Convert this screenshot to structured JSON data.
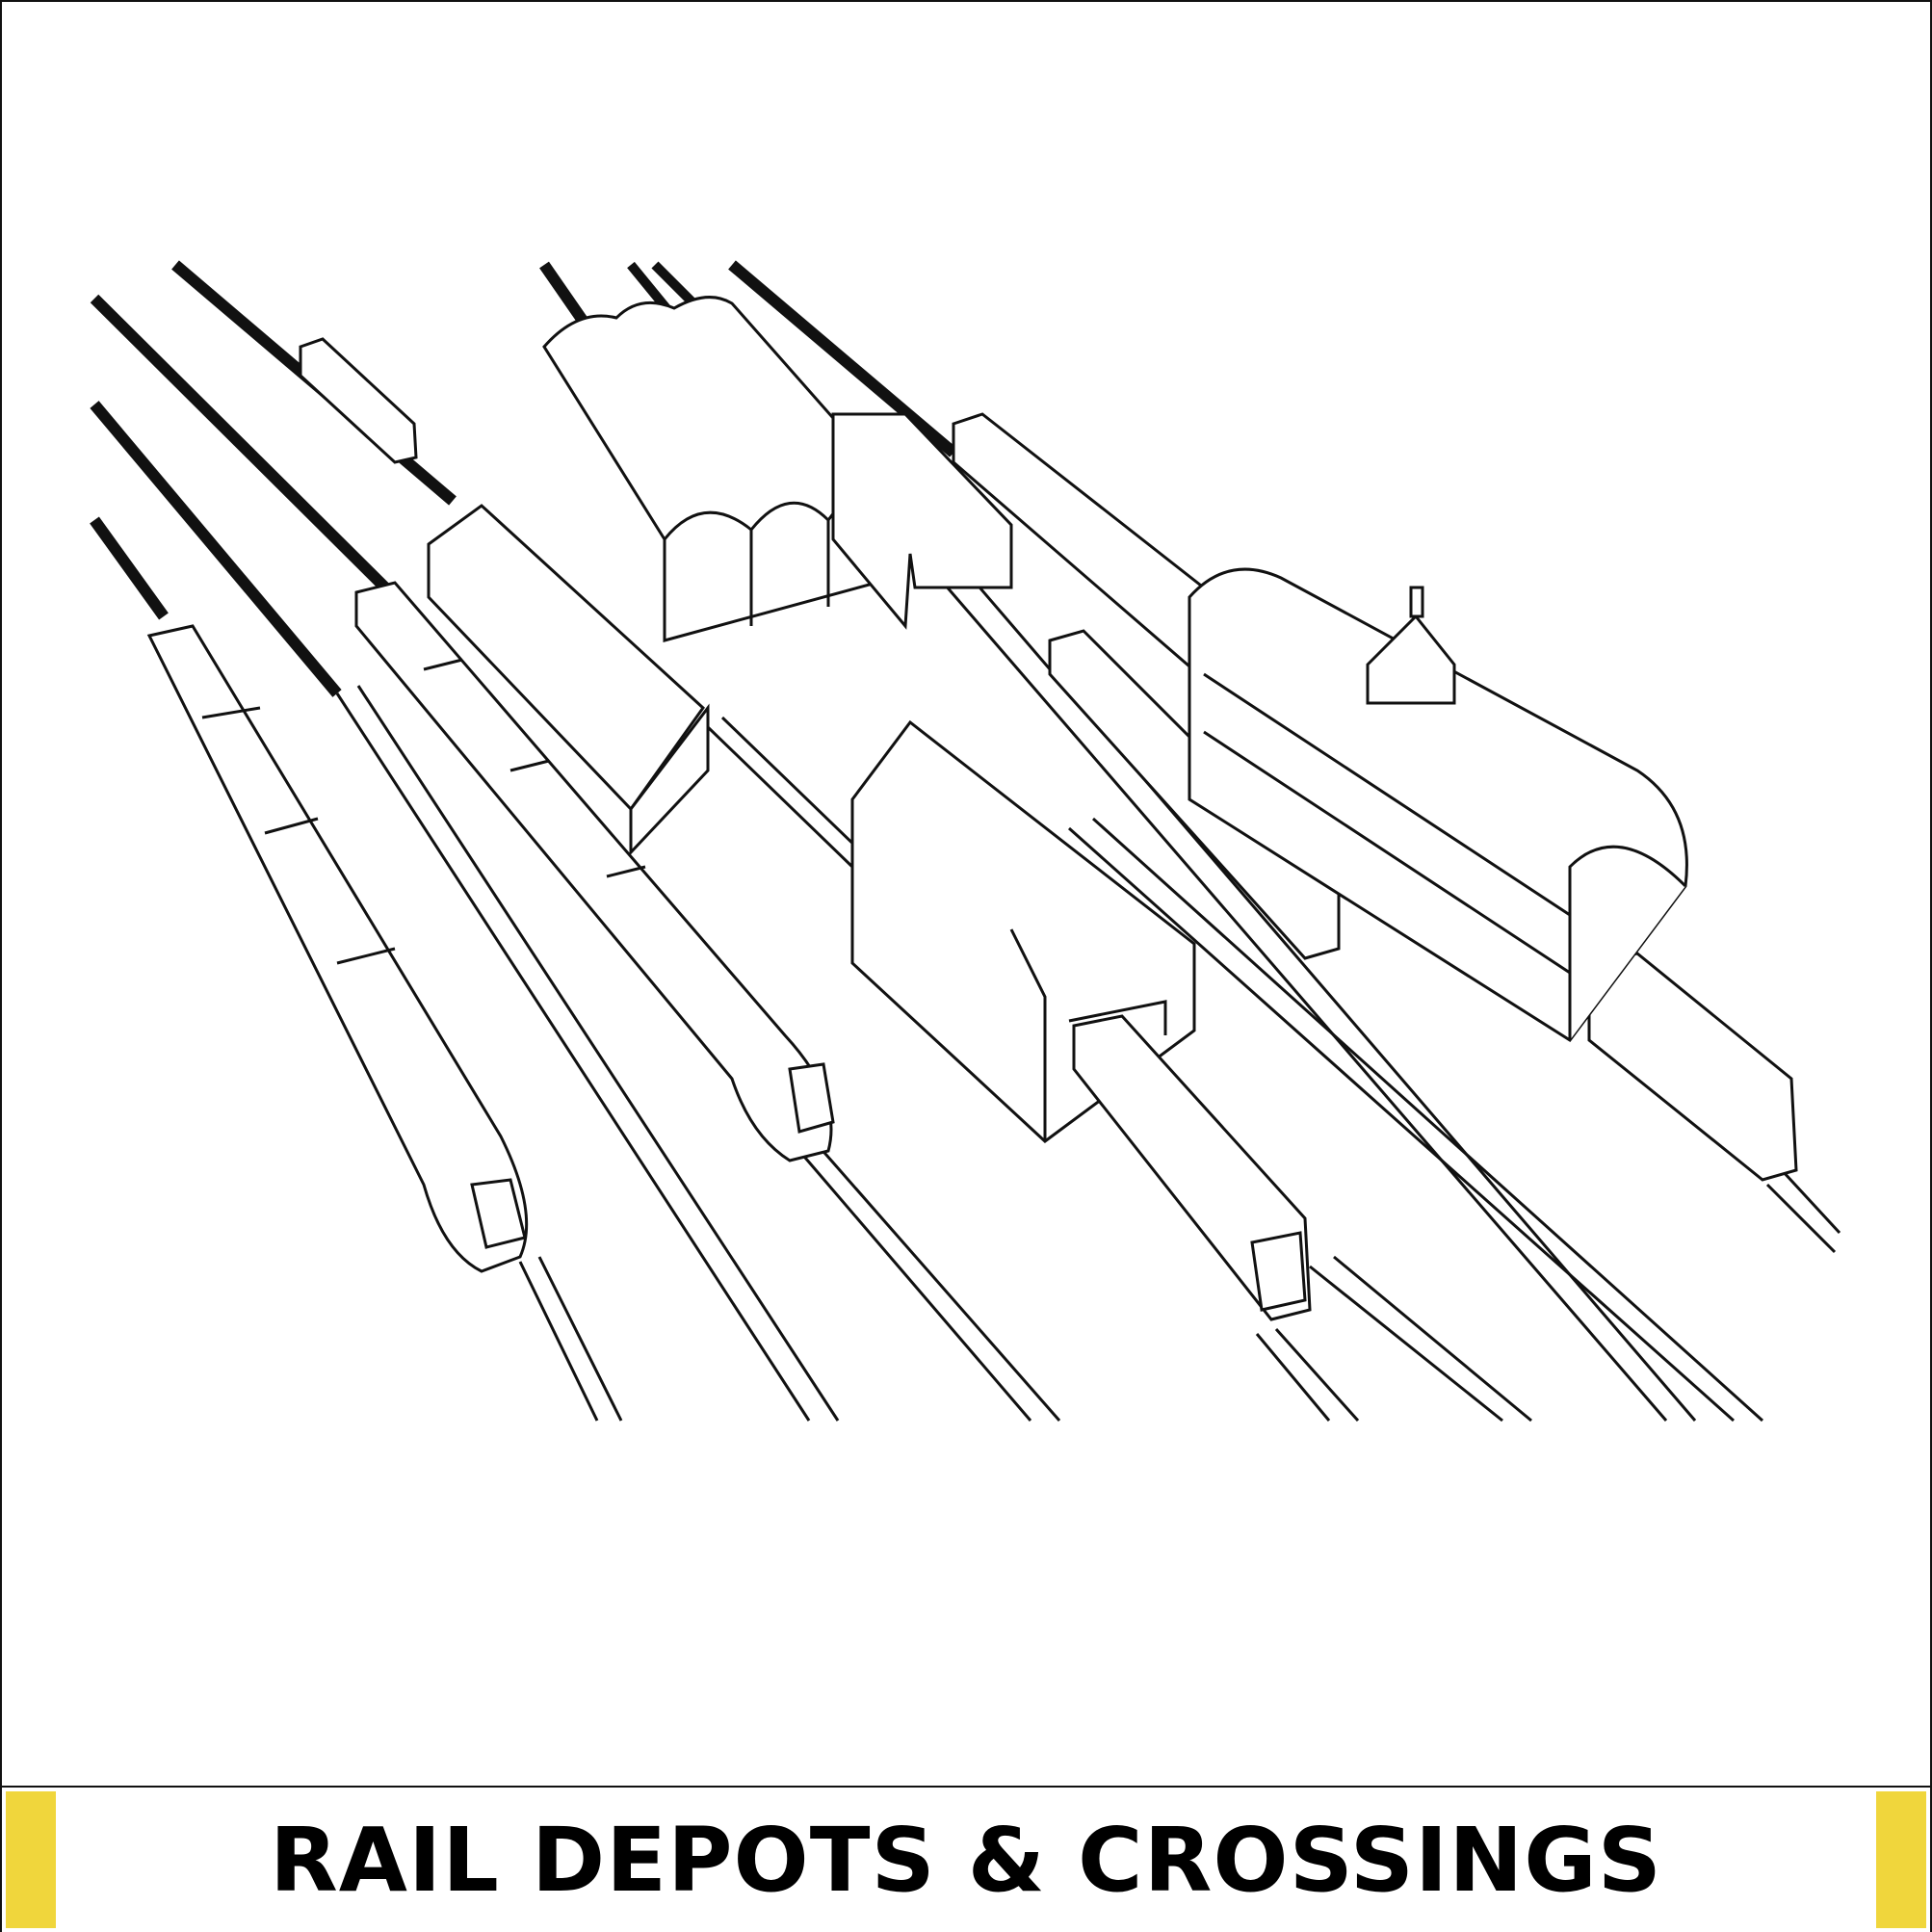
{
  "title": "RAIL DEPOTS & CROSSINGS",
  "colors": {
    "accent": "#f0d63c",
    "ink": "#111111",
    "background": "#ffffff"
  },
  "illustration": {
    "style": "line-art coloring page",
    "icon": "rail-yard-illustration"
  }
}
